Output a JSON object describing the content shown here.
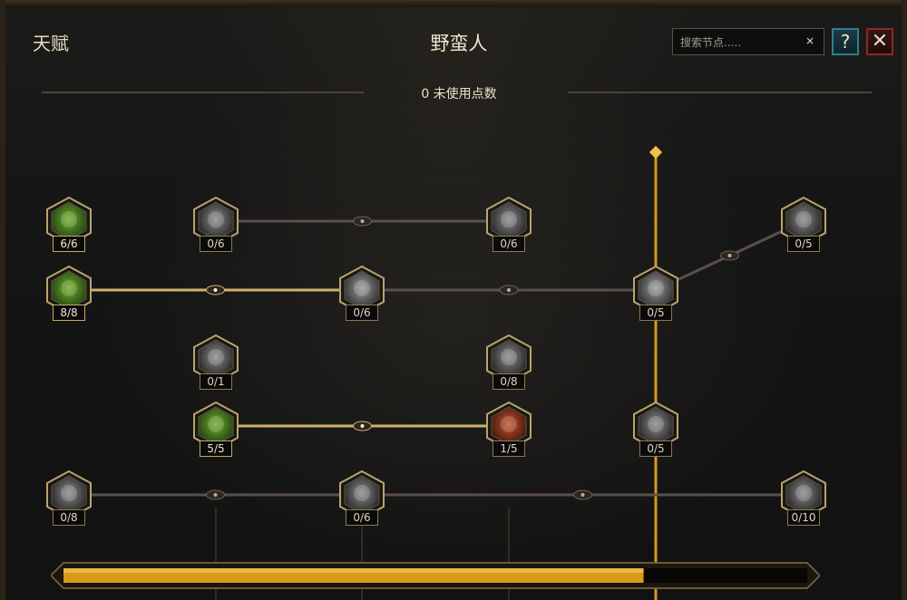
{
  "window": {
    "title_left": "天赋",
    "title_center": "野蛮人",
    "unused_points": "0 未使用点数"
  },
  "search": {
    "placeholder": "搜索节点.....",
    "clear_glyph": "×"
  },
  "buttons": {
    "help_label": "?",
    "close_label": "✕"
  },
  "colors": {
    "accent_gold": "#d79a1c",
    "link_active": "#cdb46a",
    "link_inactive": "#5b4e4e",
    "help_border": "#2f7e93",
    "close_border": "#8b2a22"
  },
  "progress": {
    "fill_fraction": 0.78
  },
  "nodes": [
    {
      "id": "wolf",
      "icon": "wolf-head-icon",
      "points": "6/6",
      "state": "maxed"
    },
    {
      "id": "shadow",
      "icon": "shadow-beast-icon",
      "points": "0/6",
      "state": "locked"
    },
    {
      "id": "bear-face",
      "icon": "bear-face-icon",
      "points": "0/6",
      "state": "locked"
    },
    {
      "id": "pillar-top",
      "icon": "totem-pillar-icon",
      "points": "0/5",
      "state": "locked"
    },
    {
      "id": "spirit",
      "icon": "spirit-wolf-icon",
      "points": "8/8",
      "state": "maxed"
    },
    {
      "id": "claw-strike",
      "icon": "claw-strike-icon",
      "points": "0/6",
      "state": "available"
    },
    {
      "id": "totem-mid",
      "icon": "totem-idol-icon",
      "points": "0/5",
      "state": "available"
    },
    {
      "id": "crossed",
      "icon": "crossed-axes-icon",
      "points": "0/1",
      "state": "locked"
    },
    {
      "id": "roots",
      "icon": "roots-icon",
      "points": "0/8",
      "state": "locked"
    },
    {
      "id": "thorns",
      "icon": "thorns-icon",
      "points": "5/5",
      "state": "maxed"
    },
    {
      "id": "boar",
      "icon": "boar-head-icon",
      "points": "1/5",
      "state": "partial"
    },
    {
      "id": "cracked",
      "icon": "cracked-stone-icon",
      "points": "0/5",
      "state": "locked"
    },
    {
      "id": "howl",
      "icon": "howling-wolf-icon",
      "points": "0/8",
      "state": "locked"
    },
    {
      "id": "pelt",
      "icon": "pelt-icon",
      "points": "0/6",
      "state": "locked"
    },
    {
      "id": "fist",
      "icon": "stone-fist-icon",
      "points": "0/10",
      "state": "locked"
    }
  ]
}
